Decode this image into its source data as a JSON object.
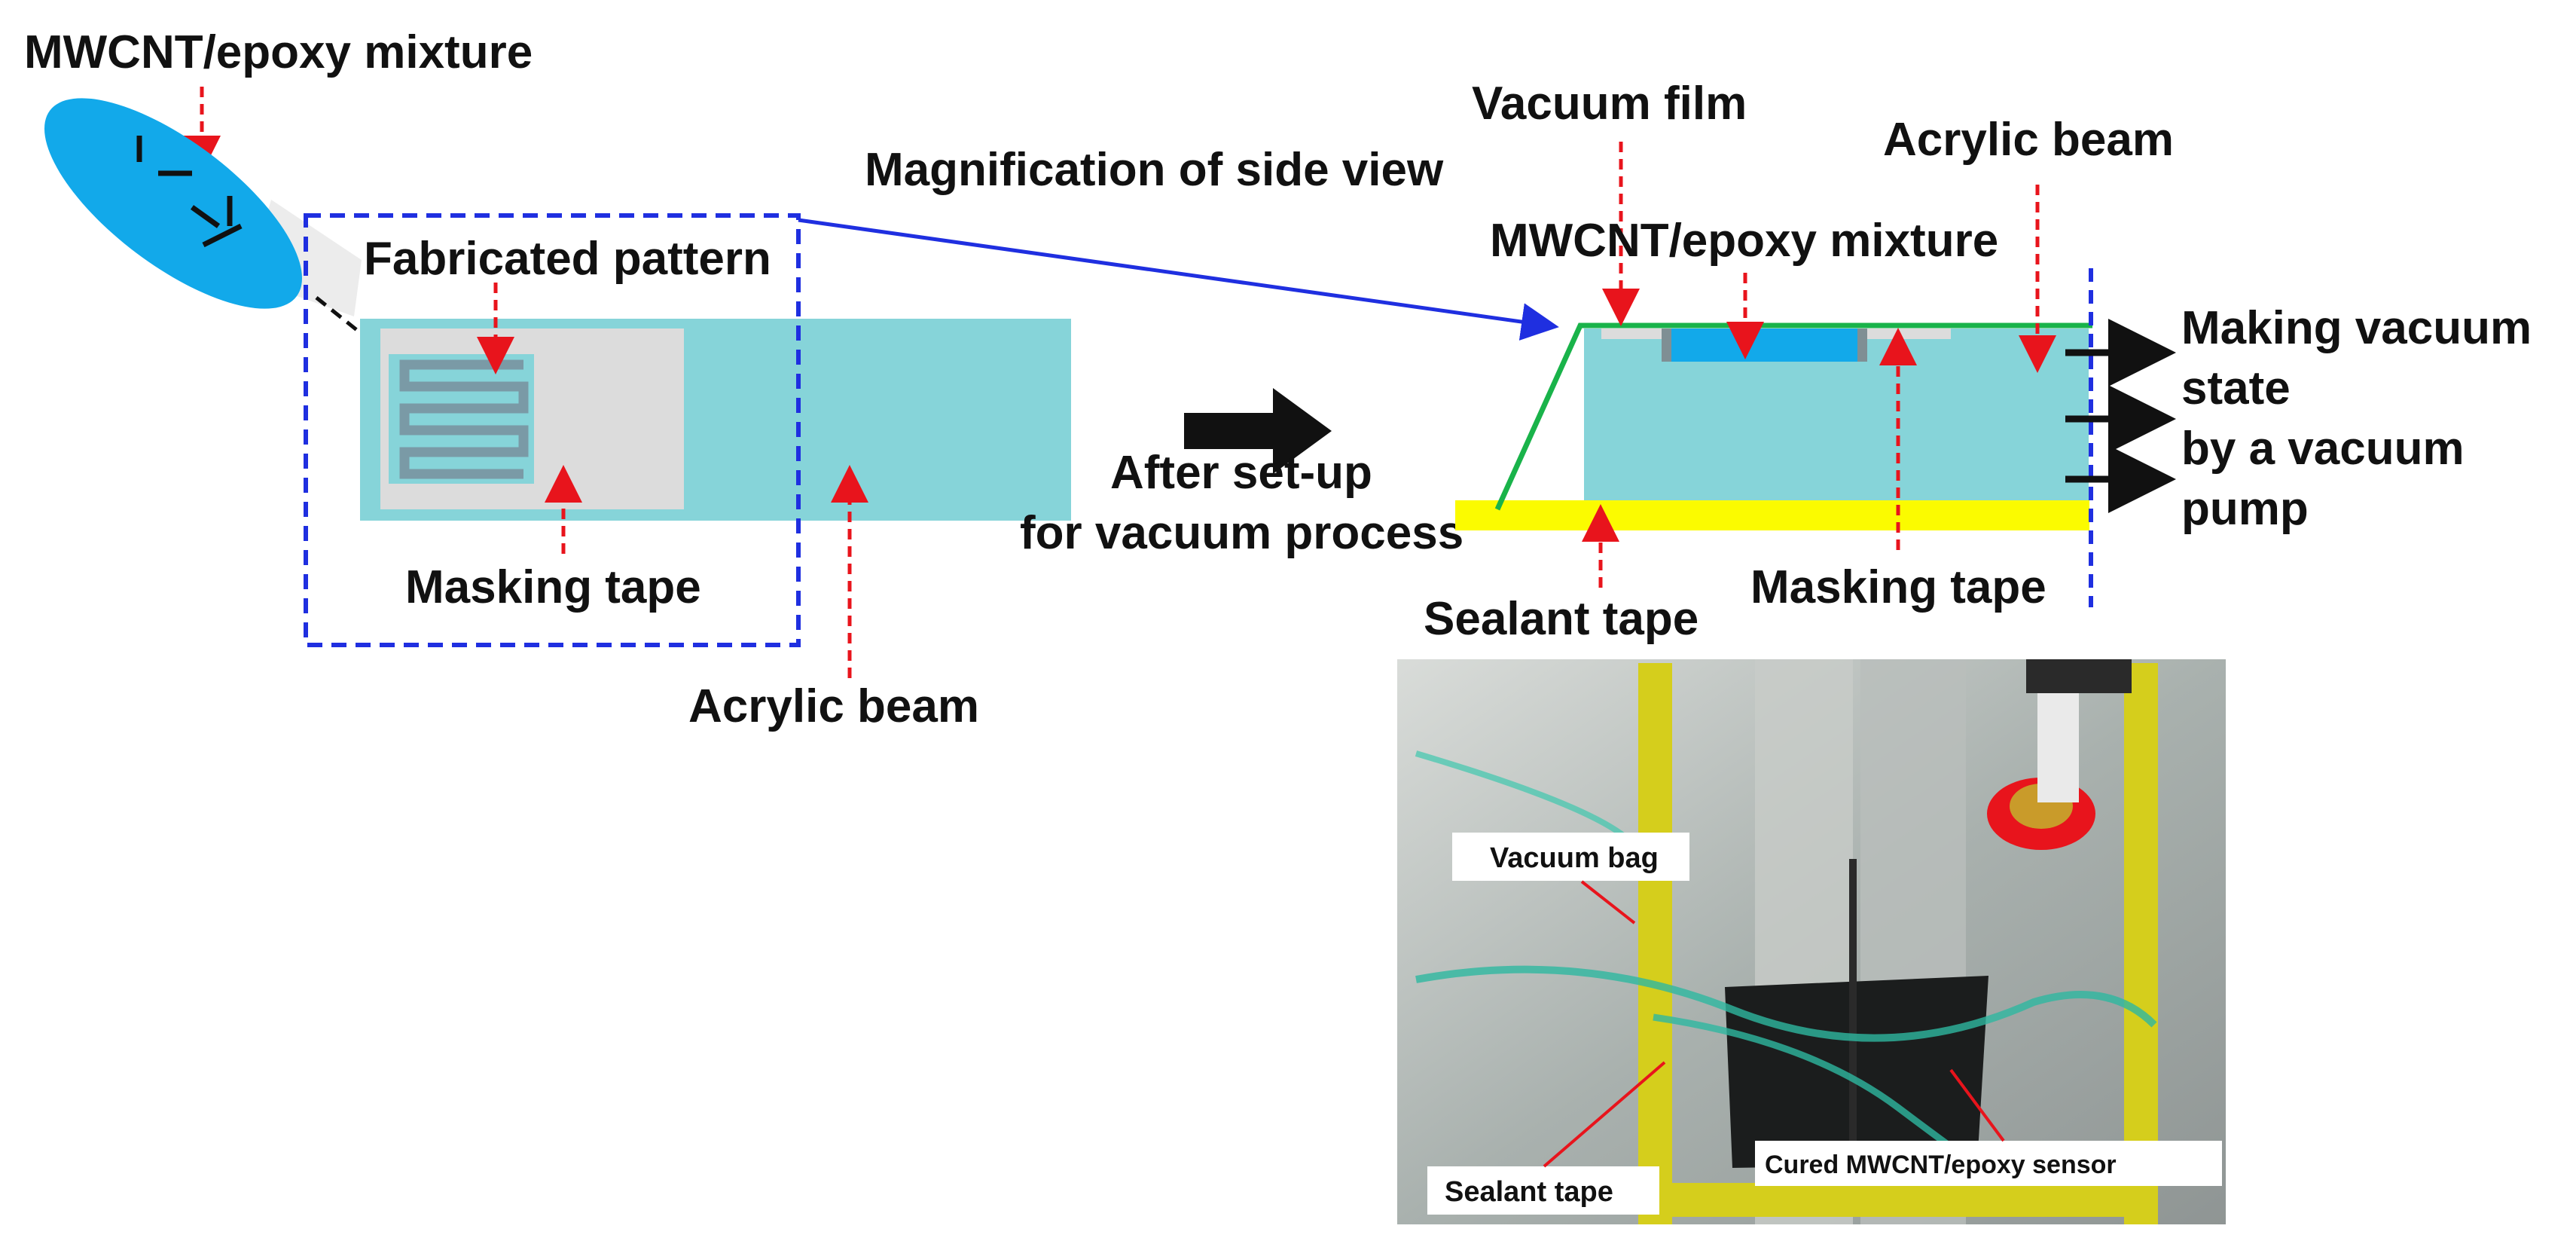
{
  "left": {
    "label_mixture": "MWCNT/epoxy mixture",
    "label_pattern": "Fabricated pattern",
    "label_masking": "Masking tape",
    "label_beam": "Acrylic beam"
  },
  "middle": {
    "label_magnification": "Magnification of side view",
    "label_after_1": "After set-up",
    "label_after_2": "for vacuum process"
  },
  "right": {
    "label_film": "Vacuum film",
    "label_beam": "Acrylic beam",
    "label_mixture": "MWCNT/epoxy mixture",
    "label_vacuum_1": "Making vacuum",
    "label_vacuum_2": "state",
    "label_vacuum_3": "by a vacuum",
    "label_vacuum_4": "pump",
    "label_sealant": "Sealant tape",
    "label_masking": "Masking tape"
  },
  "photo": {
    "label_bag": "Vacuum bag",
    "label_sealant": "Sealant tape",
    "label_sensor": "Cured MWCNT/epoxy sensor"
  },
  "colors": {
    "acrylic": "#86d4d9",
    "mixture": "#12a9ea",
    "masking": "#dcdcdc",
    "pattern": "#7a9aa6",
    "sealant": "#fbfb00",
    "film": "#19b34a",
    "arrow_red": "#e8141c",
    "frame_blue": "#1f2fe0"
  }
}
